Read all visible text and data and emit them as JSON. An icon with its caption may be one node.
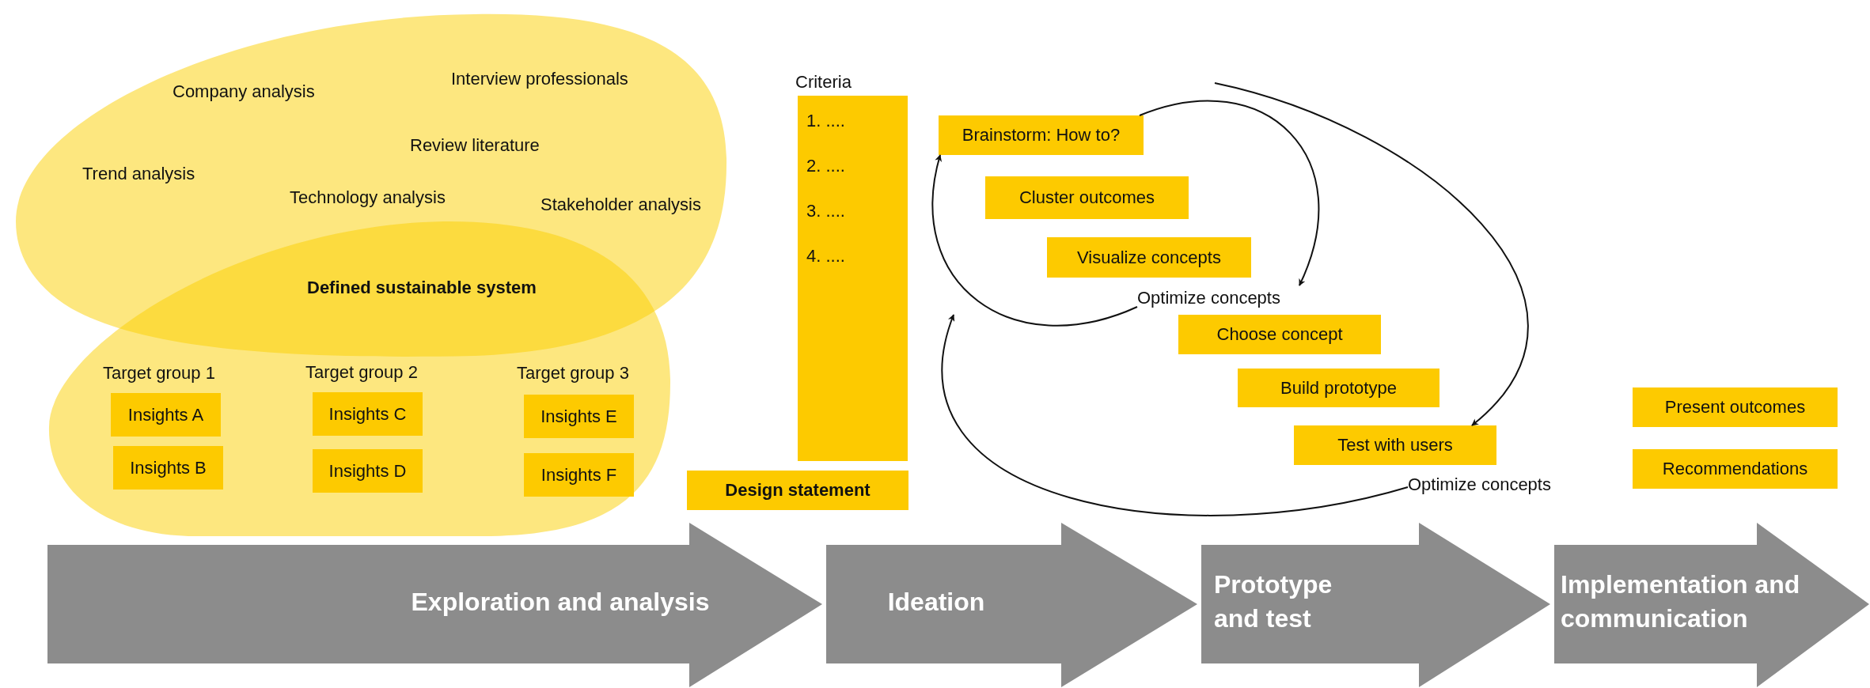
{
  "diagram": {
    "nodes": [
      {
        "text": [
          "Company analysis",
          "Interview professionals",
          "Review literature",
          "Trend analysis",
          "Technology analysis",
          "Stakeholder analysis"
        ]
      },
      {
        "text": [
          "Defined sustainable system",
          "Target group 1",
          "Target group 2",
          "Target group 3"
        ]
      },
      {
        "text": [
          "Insights A"
        ],
        "in": 1
      },
      {
        "text": [
          "Insights B"
        ],
        "in": 1
      },
      {
        "text": [
          "Insights C"
        ],
        "in": 1
      },
      {
        "text": [
          "Insights D"
        ],
        "in": 1
      },
      {
        "text": [
          "Insights E"
        ],
        "in": 1
      },
      {
        "text": [
          "Insights F"
        ],
        "in": 1
      },
      {
        "text": [
          "Criteria",
          "1. ....",
          "2. ....",
          "3. ....",
          "4. ...."
        ]
      },
      {
        "text": [
          "Design statement"
        ]
      },
      {
        "text": [
          "Brainstorm: How to?"
        ]
      },
      {
        "text": [
          "Cluster outcomes"
        ]
      },
      {
        "text": [
          "Visualize concepts"
        ]
      },
      {
        "text": [
          "Optimize concepts"
        ]
      },
      {
        "text": [
          "Choose concept"
        ]
      },
      {
        "text": [
          "Build prototype"
        ]
      },
      {
        "text": [
          "Test with users"
        ]
      },
      {
        "text": [
          "Optimize concepts"
        ]
      },
      {
        "text": [
          "Present outcomes"
        ]
      },
      {
        "text": [
          "Recommendations"
        ]
      },
      {
        "text": [
          "Exploration and analysis"
        ]
      },
      {
        "text": [
          "Ideation"
        ]
      },
      {
        "text": [
          "Prototype and test"
        ]
      },
      {
        "text": [
          "Implementation and communication"
        ]
      }
    ],
    "edges": [
      {
        "from": 10,
        "to": 13,
        "arrow": "to"
      },
      {
        "from": 13,
        "to": 10,
        "arrow": "to"
      },
      {
        "from": null,
        "to": 16,
        "arrow": "to"
      },
      {
        "from": 17,
        "to": null,
        "arrow": "to"
      }
    ]
  }
}
